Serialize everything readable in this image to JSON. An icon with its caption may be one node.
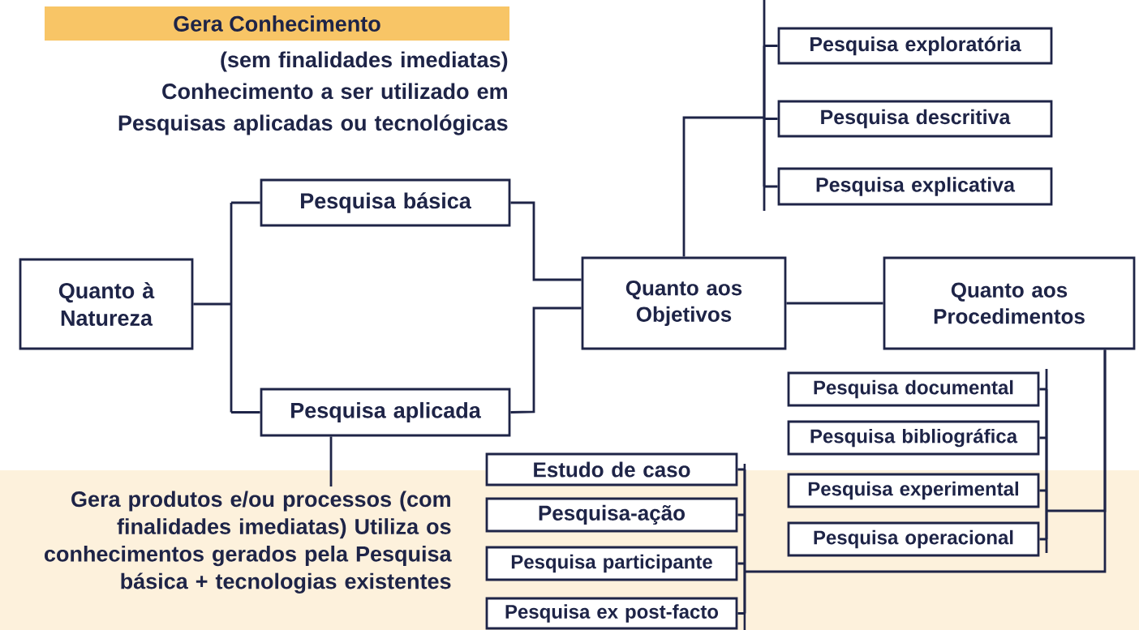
{
  "diagram": {
    "nodes": [
      {
        "text": [
          "Gera Conhecimento"
        ],
        "beside": [
          "(sem finalidades imediatas) Conhecimento a ser utilizado em Pesquisas aplicadas ou tecnológicas"
        ]
      },
      {
        "text": [
          "Quanto à Natureza"
        ]
      },
      {
        "text": [
          "Pesquisa básica"
        ]
      },
      {
        "text": [
          "Pesquisa aplicada"
        ]
      },
      {
        "text": [
          "Quanto aos Objetivos"
        ]
      },
      {
        "text": [
          "Quanto aos Procedimentos"
        ]
      },
      {
        "text": [
          "Pesquisa exploratória"
        ]
      },
      {
        "text": [
          "Pesquisa descritiva"
        ]
      },
      {
        "text": [
          "Pesquisa explicativa"
        ]
      },
      {
        "text": [
          "Pesquisa documental"
        ]
      },
      {
        "text": [
          "Pesquisa bibliográfica"
        ]
      },
      {
        "text": [
          "Pesquisa experimental"
        ]
      },
      {
        "text": [
          "Pesquisa operacional"
        ]
      },
      {
        "text": [
          "Estudo de caso"
        ]
      },
      {
        "text": [
          "Pesquisa-ação"
        ]
      },
      {
        "text": [
          "Pesquisa participante"
        ]
      },
      {
        "text": [
          "Pesquisa ex post-facto"
        ]
      },
      {
        "text": [
          "Gera produtos e/ou processos (com finalidades imediatas) Utiliza os conhecimentos gerados pela Pesquisa básica + tecnologias existentes"
        ]
      }
    ],
    "edges": [
      {
        "from": 1,
        "to": 2,
        "arrow": "none"
      },
      {
        "from": 1,
        "to": 3,
        "arrow": "none"
      },
      {
        "from": 2,
        "to": 4,
        "arrow": "none"
      },
      {
        "from": 3,
        "to": 4,
        "arrow": "none"
      },
      {
        "from": 3,
        "to": 17,
        "arrow": "none"
      },
      {
        "from": 4,
        "to": 6,
        "arrow": "none"
      },
      {
        "from": 4,
        "to": 7,
        "arrow": "none"
      },
      {
        "from": 4,
        "to": 8,
        "arrow": "none"
      },
      {
        "from": 4,
        "to": 5,
        "arrow": "none"
      },
      {
        "from": 5,
        "to": 9,
        "arrow": "none"
      },
      {
        "from": 5,
        "to": 10,
        "arrow": "none"
      },
      {
        "from": 5,
        "to": 11,
        "arrow": "none"
      },
      {
        "from": 5,
        "to": 12,
        "arrow": "none"
      },
      {
        "from": 5,
        "to": 13,
        "arrow": "none"
      },
      {
        "from": 5,
        "to": 14,
        "arrow": "none"
      },
      {
        "from": 5,
        "to": 15,
        "arrow": "none"
      },
      {
        "from": 5,
        "to": 16,
        "arrow": "none"
      }
    ]
  }
}
